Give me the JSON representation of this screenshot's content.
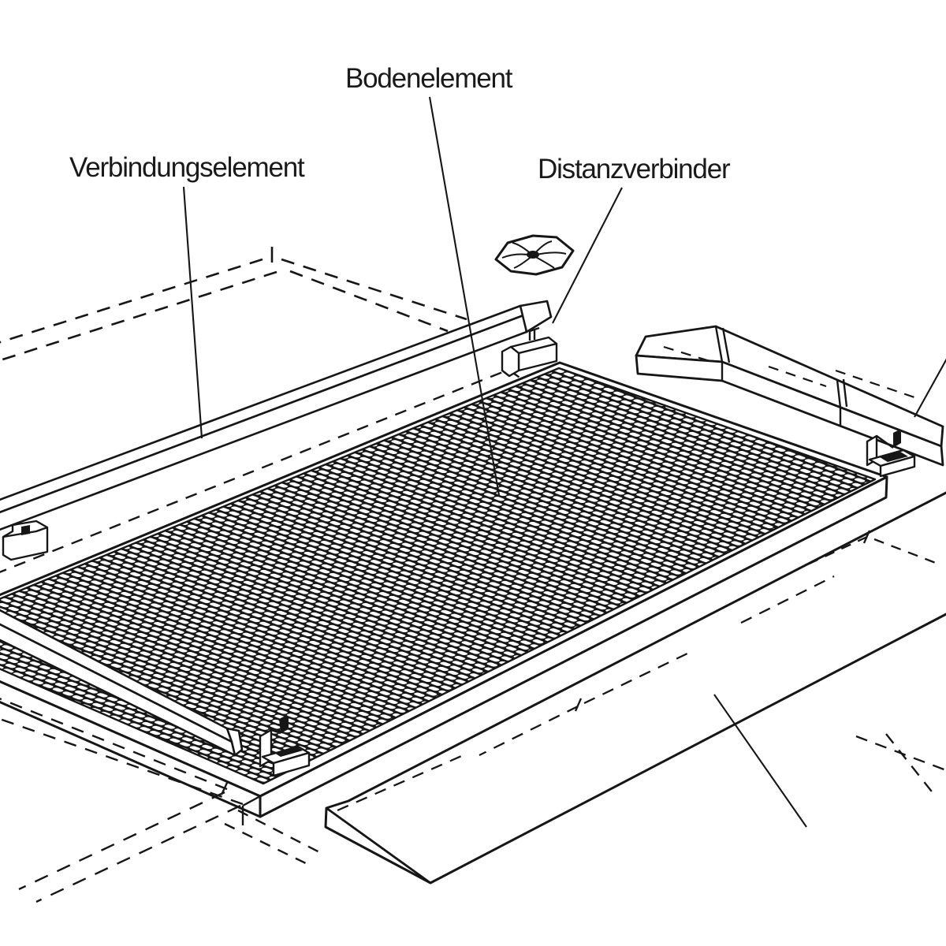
{
  "figure": {
    "type": "technical-line-drawing",
    "background": "#ffffff",
    "line_color": "#161616",
    "label_color": "#1a1a1a",
    "subject": "Exploded assembly diagram of a modular floor platform"
  },
  "labels": {
    "bodenelement": "Bodenelement",
    "verbindungselement": "Verbindungselement",
    "distanzverbinder": "Distanzverbinder"
  },
  "parts": [
    {
      "id": "bodenelement",
      "label": "Bodenelement",
      "depicts": "gridded floor element platform"
    },
    {
      "id": "verbindungselement",
      "label": "Verbindungselement",
      "depicts": "long connecting rail, two shown"
    },
    {
      "id": "distanzverbinder",
      "label": "Distanzverbinder",
      "depicts": "small C-shaped spacer clip, four shown"
    },
    {
      "id": "cover-cap",
      "label": "",
      "depicts": "octagonal cap with radial ribs"
    },
    {
      "id": "ramp-strip",
      "label": "",
      "depicts": "wedge-shaped edge ramp, leader line cropped at bottom right"
    },
    {
      "id": "edge-plank",
      "label": "",
      "depicts": "jointed edge plank, leader line cropped at right"
    },
    {
      "id": "position-outlines",
      "label": "",
      "depicts": "dashed outlines of adjacent element positions"
    }
  ]
}
